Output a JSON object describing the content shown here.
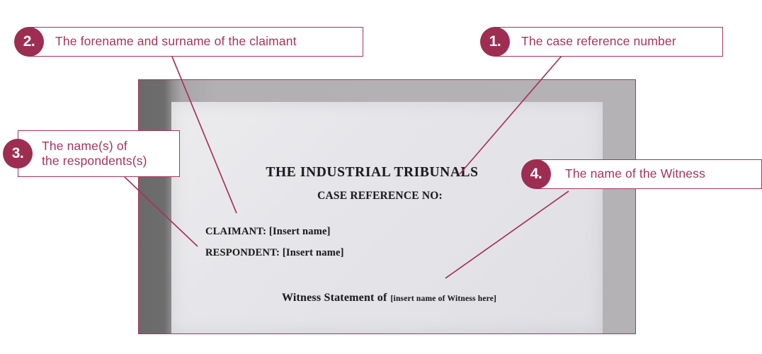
{
  "colors": {
    "accent": "#a8335c",
    "badge": "#9e2d52",
    "document_text": "#1d1d1f",
    "mount_dark": "#6a6a6a",
    "mount_light": "#b4b2b4",
    "page": "#e6e6ea",
    "background": "#ffffff"
  },
  "document": {
    "title": "THE INDUSTRIAL TRIBUNALS",
    "case_reference_label": "CASE REFERENCE NO:",
    "claimant_line": "CLAIMANT: [Insert name]",
    "respondent_line": "RESPONDENT: [Insert name]",
    "witness_statement_label": "Witness Statement of",
    "witness_statement_placeholder": "[insert name of Witness here]"
  },
  "callouts": [
    {
      "number": "1.",
      "label": "The case reference number",
      "badge_name": "callout-badge-1",
      "target": "case reference number field"
    },
    {
      "number": "2.",
      "label": "The forename and surname of the claimant",
      "badge_name": "callout-badge-2",
      "target": "claimant name field"
    },
    {
      "number": "3.",
      "label": "The name(s) of\nthe respondents(s)",
      "badge_name": "callout-badge-3",
      "target": "respondent name field"
    },
    {
      "number": "4.",
      "label": "The name of the Witness",
      "badge_name": "callout-badge-4",
      "target": "witness name field"
    }
  ]
}
